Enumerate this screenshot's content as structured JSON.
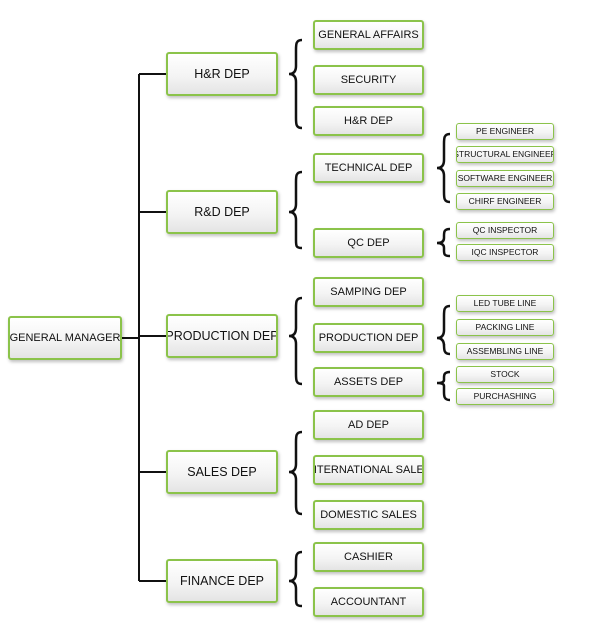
{
  "root": {
    "label": "GENERAL MANAGER"
  },
  "departments": [
    {
      "label": "H&R DEP",
      "children": [
        {
          "label": "GENERAL AFFAIRS"
        },
        {
          "label": "SECURITY"
        },
        {
          "label": "H&R DEP"
        }
      ]
    },
    {
      "label": "R&D DEP",
      "children": [
        {
          "label": "TECHNICAL DEP",
          "children": [
            {
              "label": "PE ENGINEER"
            },
            {
              "label": "STRUCTURAL ENGINEER"
            },
            {
              "label": "SOFTWARE ENGINEER"
            },
            {
              "label": "CHIRF ENGINEER"
            }
          ]
        },
        {
          "label": "QC DEP",
          "children": [
            {
              "label": "QC INSPECTOR"
            },
            {
              "label": "IQC INSPECTOR"
            }
          ]
        }
      ]
    },
    {
      "label": "PRODUCTION DEP",
      "children": [
        {
          "label": "SAMPING DEP"
        },
        {
          "label": "PRODUCTION DEP",
          "children": [
            {
              "label": "LED TUBE LINE"
            },
            {
              "label": "PACKING LINE"
            },
            {
              "label": "ASSEMBLING LINE"
            }
          ]
        },
        {
          "label": "ASSETS DEP",
          "children": [
            {
              "label": "STOCK"
            },
            {
              "label": "PURCHASHING"
            }
          ]
        }
      ]
    },
    {
      "label": "SALES DEP",
      "children": [
        {
          "label": "AD DEP"
        },
        {
          "label": "INTERNATIONAL SALES"
        },
        {
          "label": "DOMESTIC SALES"
        }
      ]
    },
    {
      "label": "FINANCE DEP",
      "children": [
        {
          "label": "CASHIER"
        },
        {
          "label": "ACCOUNTANT"
        }
      ]
    }
  ],
  "colors": {
    "border": "#8bc34a",
    "line": "#111111"
  }
}
